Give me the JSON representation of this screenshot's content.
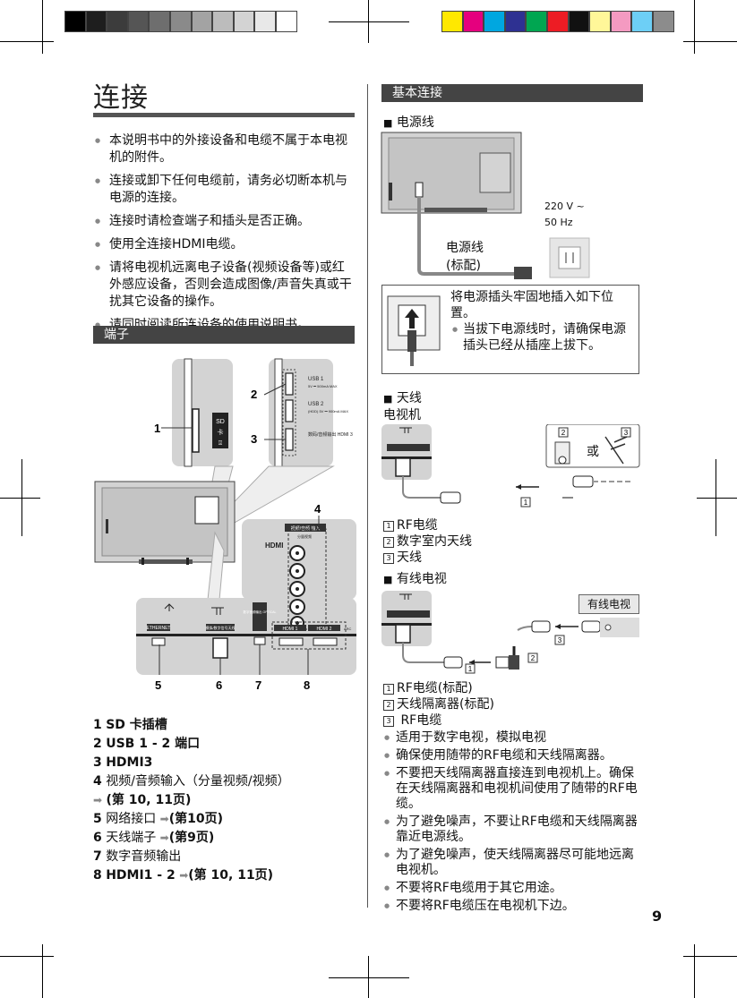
{
  "page_title": "连接",
  "intro_bullets": [
    "本说明书中的外接设备和电缆不属于本电视机的附件。",
    "连接或卸下任何电缆前，请务必切断本机与电源的连接。",
    "连接时请检查端子和插头是否正确。",
    "使用全连接HDMI电缆。",
    "请将电视机远离电子设备(视频设备等)或红外感应设备，否则会造成图像/声音失真或干扰其它设备的操作。",
    "请同时阅读所连设备的使用说明书。"
  ],
  "terminals_heading": "端子",
  "diagram_labels": {
    "sd": "SD卡",
    "usb1": "USB 1",
    "usb1_spec": "5V ⎓ 500mA MAX",
    "usb2": "USB 2",
    "usb2_spec": "(HDD) 5V ⎓ 900mA MAX",
    "hdmi3": "数码/音频输出 HDMI 3",
    "av_header": "视频/音频 输入",
    "component": "分量视频",
    "hdmi_logo": "HDMI",
    "ethernet": "ETHERNET",
    "antenna": "模拟/数字信号天线",
    "digital_audio": "数字音频输出 OPTICAL",
    "hdmi1": "HDMI 1",
    "hdmi2": "HDMI 2",
    "arc": "ARC",
    "callouts": [
      "1",
      "2",
      "3",
      "4",
      "5",
      "6",
      "7",
      "8"
    ]
  },
  "terminal_list": [
    {
      "num": "1",
      "text": "SD 卡插槽"
    },
    {
      "num": "2",
      "text": "USB 1 - 2 端口"
    },
    {
      "num": "3",
      "text": "HDMI3"
    },
    {
      "num": "4",
      "text": "视频/音频输入（分量视频/视频）"
    },
    {
      "num": "",
      "text": "(第 10, 11页)"
    },
    {
      "num": "5",
      "text": "网络接口"
    },
    {
      "num": "6",
      "text": "天线端子"
    },
    {
      "num": "7",
      "text": "数字音频输出"
    },
    {
      "num": "8",
      "text": "HDMI1 - 2"
    }
  ],
  "terminal_refs": {
    "r5": "(第10页)",
    "r6": "(第9页)",
    "r8": "(第 10, 11页)"
  },
  "basic_heading": "基本连接",
  "power": {
    "heading": "电源线",
    "voltage": "220 V ~",
    "freq": "50 Hz",
    "cord_label_1": "电源线",
    "cord_label_2": "(标配)",
    "note_main": "将电源插头牢固地插入如下位置。",
    "note_bullet": "当拔下电源线时，请确保电源插头已经从插座上拔下。"
  },
  "antenna": {
    "heading": "天线",
    "tv_label": "电视机",
    "or": "或",
    "legend": [
      {
        "num": "1",
        "text": "RF电缆"
      },
      {
        "num": "2",
        "text": "数字室内天线"
      },
      {
        "num": "3",
        "text": "天线"
      }
    ]
  },
  "cable_tv": {
    "heading": "有线电视",
    "box_label": "有线电视",
    "legend": [
      {
        "num": "1",
        "text": "RF电缆(标配)"
      },
      {
        "num": "2",
        "text": "天线隔离器(标配)"
      },
      {
        "num": "3",
        "text": " RF电缆"
      }
    ],
    "bullets": [
      "适用于数字电视，模拟电视",
      "确保使用随带的RF电缆和天线隔离器。",
      "不要把天线隔离器直接连到电视机上。确保在天线隔离器和电视机间使用了随带的RF电缆。",
      "为了避免噪声，不要让RF电缆和天线隔离器靠近电源线。",
      "为了避免噪声，使天线隔离器尽可能地远离电视机。",
      "不要将RF电缆用于其它用途。",
      "不要将RF电缆压在电视机下边。"
    ]
  },
  "page_number": "9",
  "print_colors": {
    "grays": [
      "#000000",
      "#1e1e1e",
      "#3c3c3c",
      "#555555",
      "#6e6e6e",
      "#8a8a8a",
      "#a3a3a3",
      "#bcbcbc",
      "#d3d3d3",
      "#e8e8e8",
      "#ffffff"
    ],
    "process": [
      "#ffe800",
      "#e5007e",
      "#00a7e0",
      "#2e3192",
      "#00a651",
      "#ed1c24",
      "#111111",
      "#fff799",
      "#f49ac1",
      "#6dcff6",
      "#8c8c8c"
    ]
  }
}
